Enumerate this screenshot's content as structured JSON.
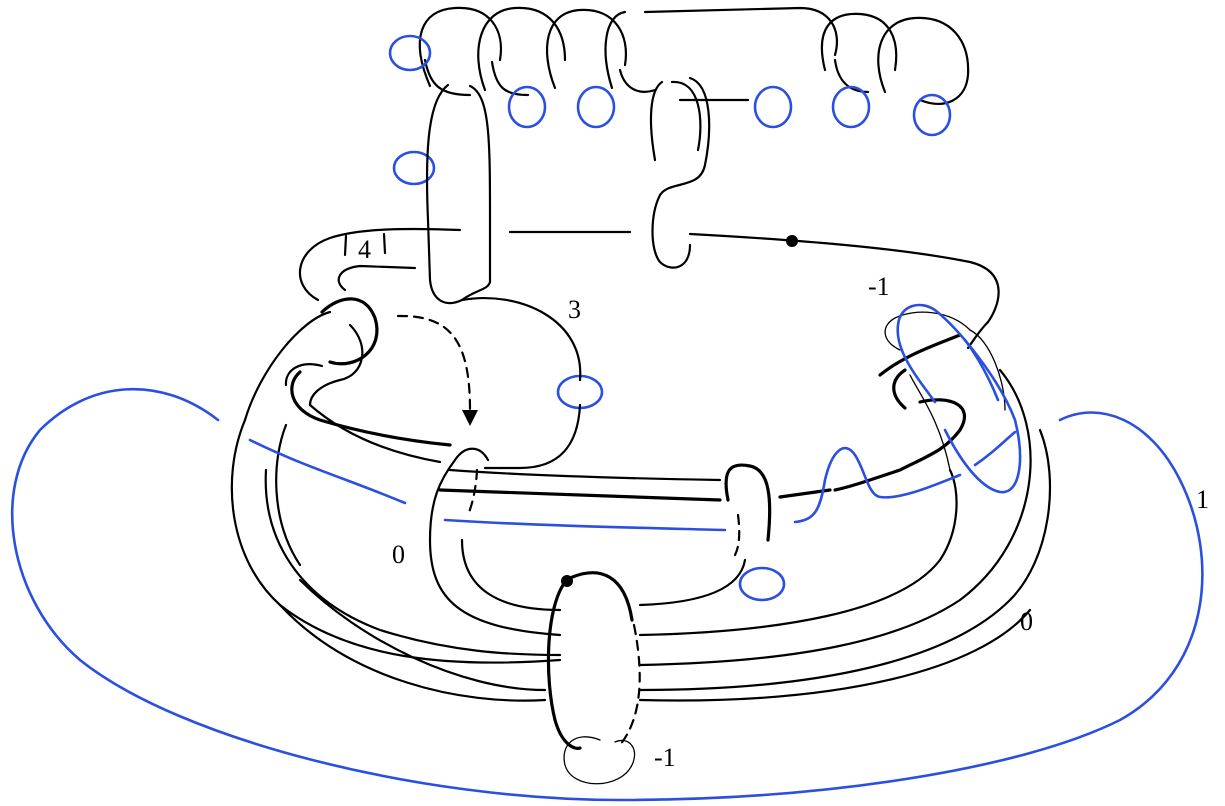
{
  "labels": {
    "box_twist": "4",
    "handle_3": "3",
    "framing_top_right": "-1",
    "framing_right": "1",
    "framing_left_zero": "0",
    "framing_right_zero": "0",
    "framing_bottom": "-1"
  },
  "colors": {
    "knot_black": "#000000",
    "surgery_blue": "#2b50e0",
    "background": "#ffffff"
  }
}
